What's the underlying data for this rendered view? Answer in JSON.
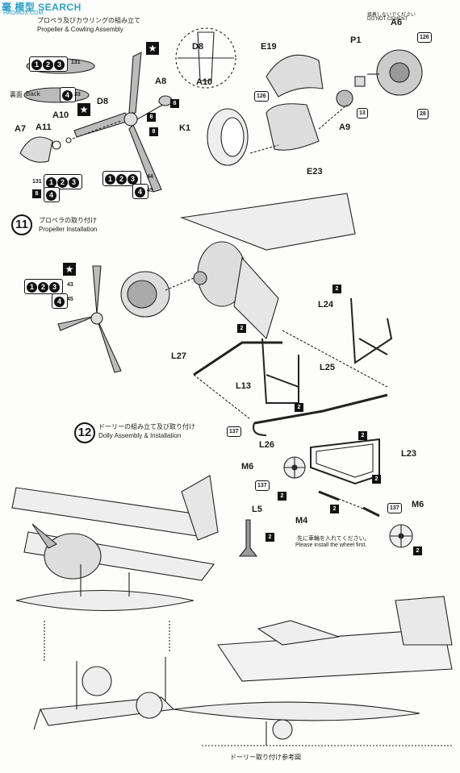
{
  "watermark": {
    "title": "毫 模型 SEARCH",
    "sub": "HAOMOX.COM"
  },
  "header_note": {
    "jp": "接着しないでください",
    "en": "DO NOT CEMENT"
  },
  "step10": {
    "jp": "プロペラ及びカウリングの組み立て",
    "en": "Propeller & Cowling Assembly"
  },
  "step11": {
    "number": "11",
    "jp": "プロペラの取り付け",
    "en": "Propeller Installation"
  },
  "step12": {
    "number": "12",
    "jp": "ドーリーの組み立て及び取り付け",
    "en": "Dolly Assembly & Installation"
  },
  "back_label": {
    "jp": "裏面",
    "en": "Back"
  },
  "wheel_note": {
    "jp": "先に車輪を入れてください。",
    "en": "Please install the wheel first."
  },
  "reference_caption": "ドーリー取り付け参考図",
  "parts": {
    "d8_top": "D8",
    "a10_top": "A10",
    "e19": "E19",
    "p1": "P1",
    "a6": "A6",
    "a8": "A8",
    "d8": "D8",
    "a10": "A10",
    "a11": "A11",
    "a7": "A7",
    "k1": "K1",
    "a9": "A9",
    "e23": "E23",
    "l24": "L24",
    "l27": "L27",
    "l25": "L25",
    "l13": "L13",
    "l26": "L26",
    "m6a": "M6",
    "l23": "L23",
    "l5": "L5",
    "m4": "M4",
    "m6b": "M6"
  },
  "color_codes": {
    "c1": "1",
    "c2": "2",
    "c3": "3",
    "c4": "4",
    "c8": "8",
    "c126": "126",
    "c131": "131",
    "c13": "13",
    "c28": "28",
    "c33": "33",
    "c43": "43",
    "c44": "44",
    "c45": "45",
    "c137": "137"
  },
  "star": "★"
}
